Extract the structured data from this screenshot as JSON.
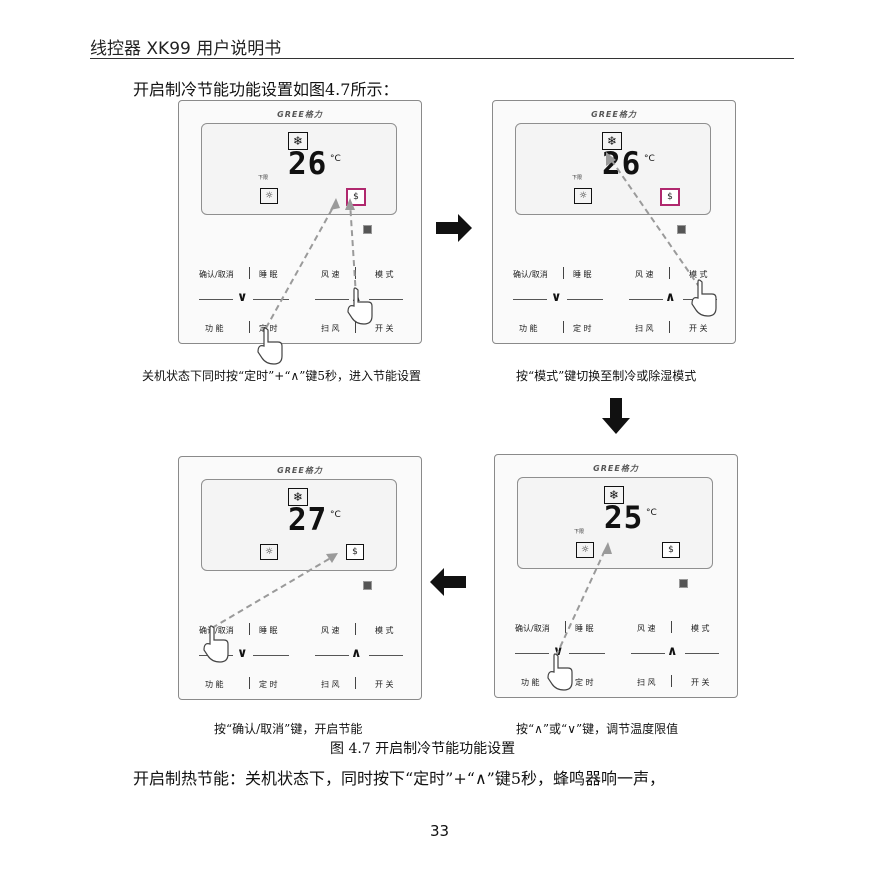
{
  "header": {
    "title": "线控器 XK99 用户说明书"
  },
  "intro": "开启制冷节能功能设置如图4.7所示：",
  "panel_common": {
    "logo": "GREE格力",
    "snow_icon": "❄",
    "deg_unit": "°C",
    "lower_label": "下限",
    "timer_icon": "☼",
    "eco_icon": "$",
    "labels": {
      "confirm": "确认/取消",
      "sleep": "睡 眠",
      "fan": "风 速",
      "mode": "模 式",
      "func": "功 能",
      "timer": "定 时",
      "swing": "扫 风",
      "power": "开 关"
    },
    "down_arrow": "∨",
    "up_arrow": "∧"
  },
  "panels": [
    {
      "temp": "26",
      "caption": "关机状态下同时按“定时”+“∧”键5秒，进入节能设置"
    },
    {
      "temp": "26",
      "caption": "按“模式”键切换至制冷或除湿模式"
    },
    {
      "temp": "25",
      "caption": "按“∧”或“∨”键，调节温度限值"
    },
    {
      "temp": "27",
      "caption": "按“确认/取消”键，开启节能"
    }
  ],
  "figure_caption": "图 4.7  开启制冷节能功能设置",
  "body_text": "开启制热节能：关机状态下，同时按下“定时”+“∧”键5秒，蜂鸣器响一声，",
  "page_number": "33",
  "colors": {
    "highlight": "#b0286e",
    "guide_line": "#9a9a9a",
    "arrow": "#111111"
  }
}
